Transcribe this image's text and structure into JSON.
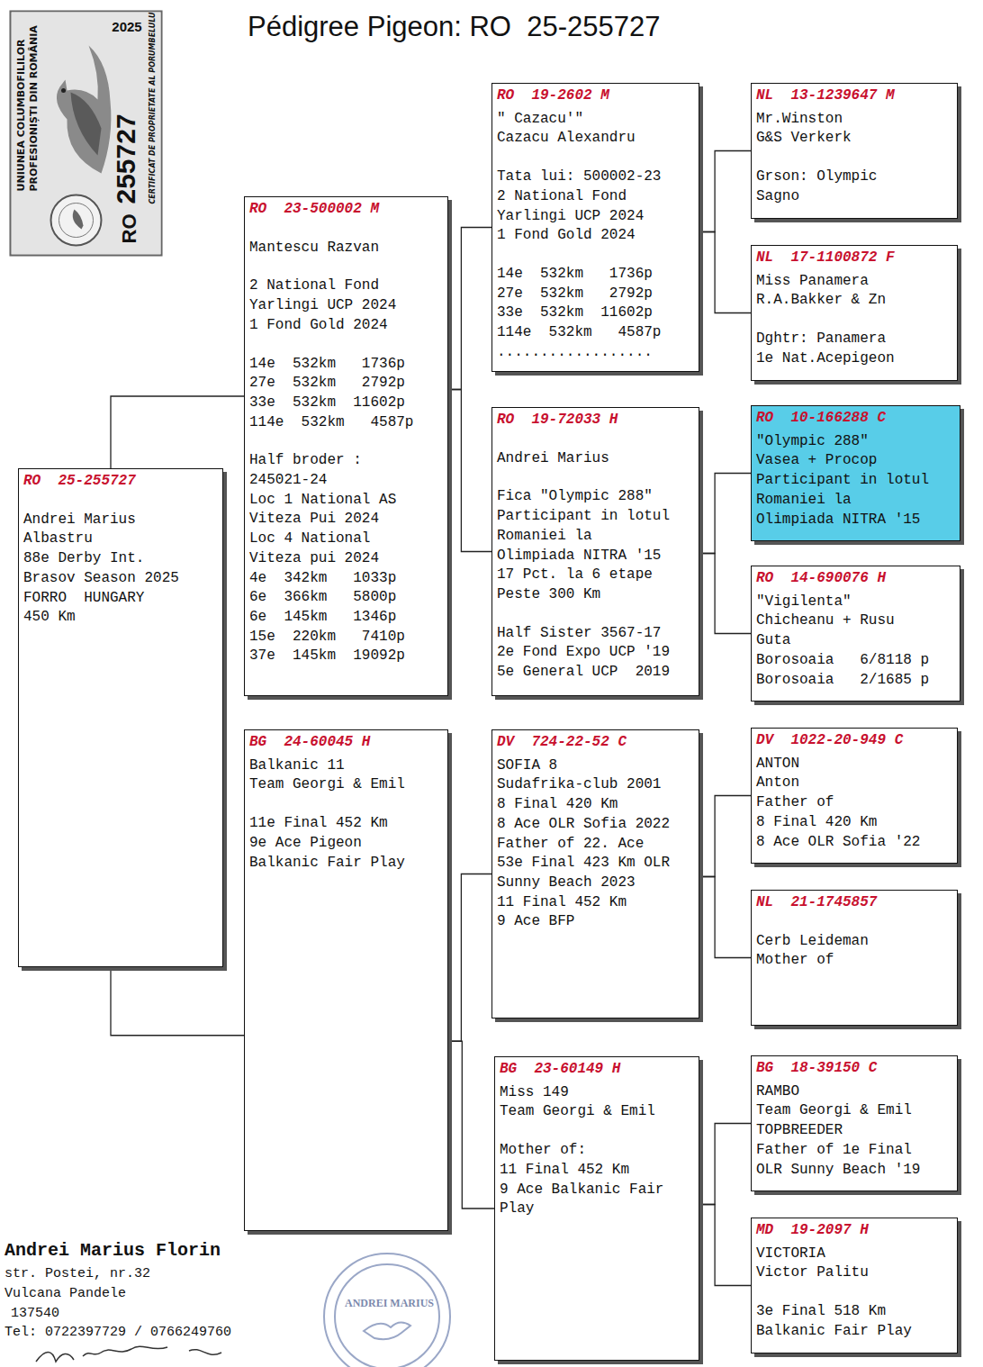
{
  "diagram": {
    "title": "Pédigree Pigeon: RO  25-255727",
    "nodes": [
      {
        "text": [
          "RO  25-255727",
          "Andrei Marius",
          "Albastru",
          "88e Derby Int.",
          "Brasov Season 2025",
          "FORRO  HUNGARY",
          "450 Km"
        ]
      },
      {
        "text": [
          "RO  23-500002 M",
          "Mantescu Razvan",
          "2 National Fond",
          "Yarlingi UCP 2024",
          "1 Fond Gold 2024",
          "14e  532km   1736p",
          "27e  532km   2792p",
          "33e  532km  11602p",
          "114e  532km   4587p",
          "Half broder :",
          "245021-24",
          "Loc 1 National AS",
          "Viteza Pui 2024",
          "Loc 4 National",
          "Viteza pui 2024",
          "4e  342km   1033p",
          "6e  366km   5800p",
          "6e  145km   1346p",
          "15e  220km   7410p",
          "37e  145km  19092p"
        ]
      },
      {
        "text": [
          "BG  24-60045 H",
          "Balkanic 11",
          "Team Georgi & Emil",
          "11e Final 452 Km",
          "9e Ace Pigeon",
          "Balkanic Fair Play"
        ]
      },
      {
        "text": [
          "RO  19-2602 M",
          "\" Cazacu'\"",
          "Cazacu Alexandru",
          "Tata lui: 500002-23",
          "2 National Fond",
          "Yarlingi UCP 2024",
          "1 Fond Gold 2024",
          "14e  532km   1736p",
          "27e  532km   2792p",
          "33e  532km  11602p",
          "114e  532km   4587p",
          ".................."
        ]
      },
      {
        "text": [
          "RO  19-72033 H",
          "Andrei Marius",
          "Fica \"Olympic 288\"",
          "Participant in lotul",
          "Romaniei la",
          "Olimpiada NITRA '15",
          "17 Pct. la 6 etape",
          "Peste 300 Km",
          "Half Sister 3567-17",
          "2e Fond Expo UCP '19",
          "5e General UCP  2019"
        ]
      },
      {
        "text": [
          "DV  724-22-52 C",
          "SOFIA 8",
          "Sudafrika-club 2001",
          "8 Final 420 Km",
          "8 Ace OLR Sofia 2022",
          "Father of 22. Ace",
          "53e Final 423 Km OLR",
          "Sunny Beach 2023",
          "11 Final 452 Km",
          "9 Ace BFP"
        ]
      },
      {
        "text": [
          "BG  23-60149 H",
          "Miss 149",
          "Team Georgi & Emil",
          "Mother of:",
          "11 Final 452 Km",
          "9 Ace Balkanic Fair",
          "Play"
        ]
      },
      {
        "text": [
          "NL  13-1239647 M",
          "Mr.Winston",
          "G&S Verkerk",
          "Grson: Olympic",
          "Sagno"
        ]
      },
      {
        "text": [
          "NL  17-1100872 F",
          "Miss Panamera",
          "R.A.Bakker & Zn",
          "Dghtr: Panamera",
          "1e Nat.Acepigeon"
        ]
      },
      {
        "text": [
          "RO  10-166288 C",
          "\"Olympic 288\"",
          "Vasea + Procop",
          "Participant in lotul",
          "Romaniei la",
          "Olimpiada NITRA '15"
        ]
      },
      {
        "text": [
          "RO  14-690076 H",
          "\"Vigilenta\"",
          "Chicheanu + Rusu",
          "Guta",
          "Borosoaia   6/8118 p",
          "Borosoaia   2/1685 p"
        ]
      },
      {
        "text": [
          "DV  1022-20-949 C",
          "ANTON",
          "Anton",
          "Father of",
          "8 Final 420 Km",
          "8 Ace OLR Sofia '22"
        ]
      },
      {
        "text": [
          "NL  21-1745857",
          "Cerb Leideman",
          "Mother of"
        ]
      },
      {
        "text": [
          "BG  18-39150 C",
          "RAMBO",
          "Team Georgi & Emil",
          "TOPBREEDER",
          "Father of 1e Final",
          "OLR Sunny Beach '19"
        ]
      },
      {
        "text": [
          "MD  19-2097 H",
          "VICTORIA",
          "Victor Palitu",
          "3e Final 518 Km",
          "Balkanic Fair Play"
        ]
      }
    ],
    "edges": [
      {
        "from": 0,
        "to": 1,
        "arrow": "none"
      },
      {
        "from": 0,
        "to": 2,
        "arrow": "none"
      },
      {
        "from": 1,
        "to": 3,
        "arrow": "none"
      },
      {
        "from": 1,
        "to": 4,
        "arrow": "none"
      },
      {
        "from": 2,
        "to": 5,
        "arrow": "none"
      },
      {
        "from": 2,
        "to": 6,
        "arrow": "none"
      },
      {
        "from": 3,
        "to": 7,
        "arrow": "none"
      },
      {
        "from": 3,
        "to": 8,
        "arrow": "none"
      },
      {
        "from": 4,
        "to": 9,
        "arrow": "none"
      },
      {
        "from": 4,
        "to": 10,
        "arrow": "none"
      },
      {
        "from": 5,
        "to": 11,
        "arrow": "none"
      },
      {
        "from": 5,
        "to": 12,
        "arrow": "none"
      },
      {
        "from": 6,
        "to": 13,
        "arrow": "none"
      },
      {
        "from": 6,
        "to": 14,
        "arrow": "none"
      }
    ],
    "labels": [
      "UNIUNEA COLUMBOFILILOR",
      "PROFESIONIȘTI DIN ROMÂNIA",
      "2025",
      "RO",
      "255727",
      "CERTIFICAT DE PROPRIETATE AL PORUMBELULUI",
      "Andrei Marius Florin",
      "str. Postei, nr.32",
      "Vulcana Pandele",
      "137540",
      "Tel: 0722397729 / 0766249760",
      "ANDREI MARIUS"
    ]
  }
}
